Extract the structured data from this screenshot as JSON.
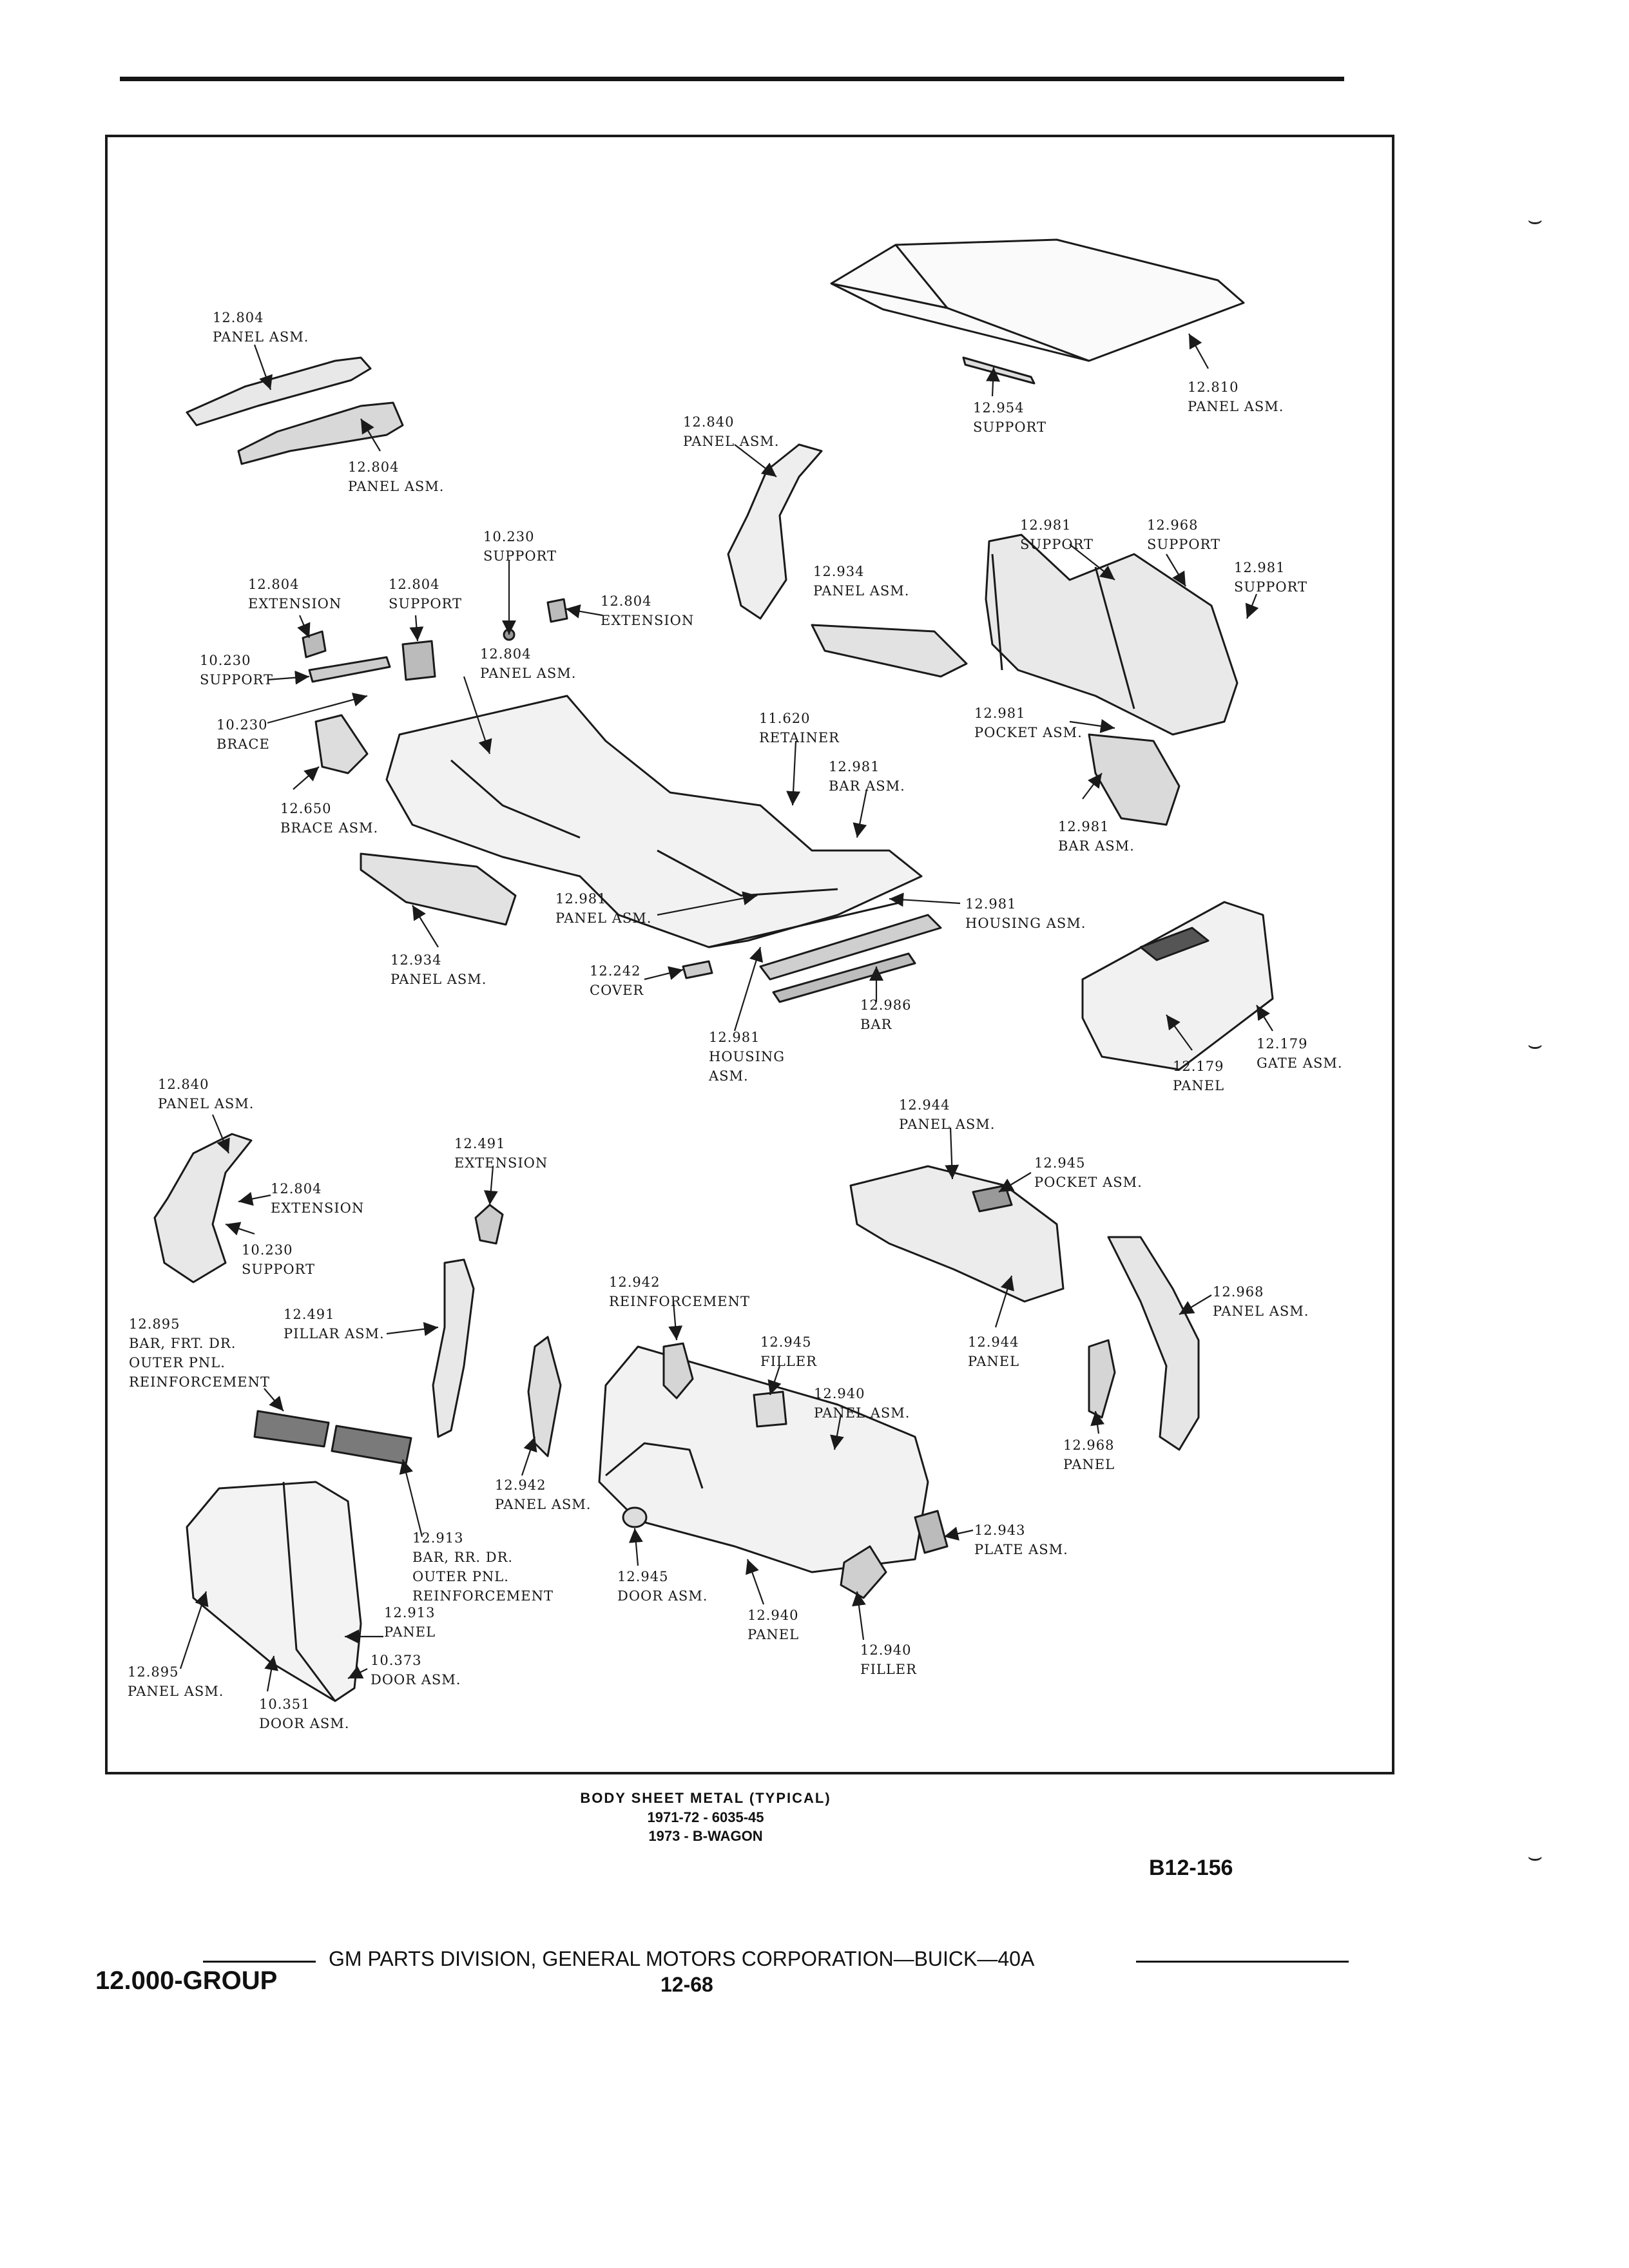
{
  "callouts": {
    "c1": "12.804\nPANEL ASM.",
    "c2": "12.804\nPANEL ASM.",
    "c3": "12.954\nSUPPORT",
    "c4": "12.810\nPANEL ASM.",
    "c5": "12.840\nPANEL ASM.",
    "c6": "10.230\nSUPPORT",
    "c7": "12.804\nEXTENSION",
    "c8": "12.804\nSUPPORT",
    "c9": "12.804\nEXTENSION",
    "c10": "10.230\nSUPPORT",
    "c11": "12.804\nPANEL ASM.",
    "c12": "10.230\nBRACE",
    "c13": "12.650\nBRACE ASM.",
    "c14": "12.934\nPANEL ASM.",
    "c15": "11.620\nRETAINER",
    "c16": "12.981\nBAR ASM.",
    "c17": "12.981\nSUPPORT",
    "c18": "12.968\nSUPPORT",
    "c19": "12.981\nSUPPORT",
    "c20": "12.981\nPOCKET ASM.",
    "c21": "12.981\nBAR ASM.",
    "c22": "12.934\nPANEL ASM.",
    "c23": "12.981\nPANEL ASM.",
    "c24": "12.981\nHOUSING ASM.",
    "c25": "12.242\nCOVER",
    "c26": "12.986\nBAR",
    "c27": "12.981\nHOUSING\nASM.",
    "c28": "12.179\nPANEL",
    "c29": "12.179\nGATE ASM.",
    "c30": "12.840\nPANEL ASM.",
    "c31": "12.491\nEXTENSION",
    "c32": "12.804\nEXTENSION",
    "c33": "10.230\nSUPPORT",
    "c34": "12.944\nPANEL ASM.",
    "c35": "12.945\nPOCKET ASM.",
    "c36": "12.942\nREINFORCEMENT",
    "c37": "12.968\nPANEL ASM.",
    "c38": "12.491\nPILLAR ASM.",
    "c39": "12.895\nBAR, FRT. DR.\nOUTER PNL.\nREINFORCEMENT",
    "c40": "12.944\nPANEL",
    "c41": "12.945\nFILLER",
    "c42": "12.940\nPANEL ASM.",
    "c43": "12.968\nPANEL",
    "c44": "12.942\nPANEL ASM.",
    "c45": "12.943\nPLATE ASM.",
    "c46": "12.913\nBAR, RR. DR.\nOUTER PNL.\nREINFORCEMENT",
    "c47": "12.945\nDOOR ASM.",
    "c48": "12.940\nPANEL",
    "c49": "12.913\nPANEL",
    "c50": "12.940\nFILLER",
    "c51": "10.373\nDOOR ASM.",
    "c52": "12.895\nPANEL ASM.",
    "c53": "10.351\nDOOR ASM."
  },
  "caption": {
    "title": "BODY SHEET METAL (TYPICAL)",
    "line2": "1971-72 - 6035-45",
    "line3": "1973 - B-WAGON"
  },
  "figure_id": "B12-156",
  "footer": {
    "group": "12.000-GROUP",
    "division": "GM PARTS DIVISION, GENERAL MOTORS CORPORATION—BUICK—40A",
    "page": "12-68"
  },
  "colors": {
    "ink": "#1a1a1a",
    "paper": "#ffffff"
  },
  "icons": {
    "binding_marks": "binding-hole-icon"
  }
}
